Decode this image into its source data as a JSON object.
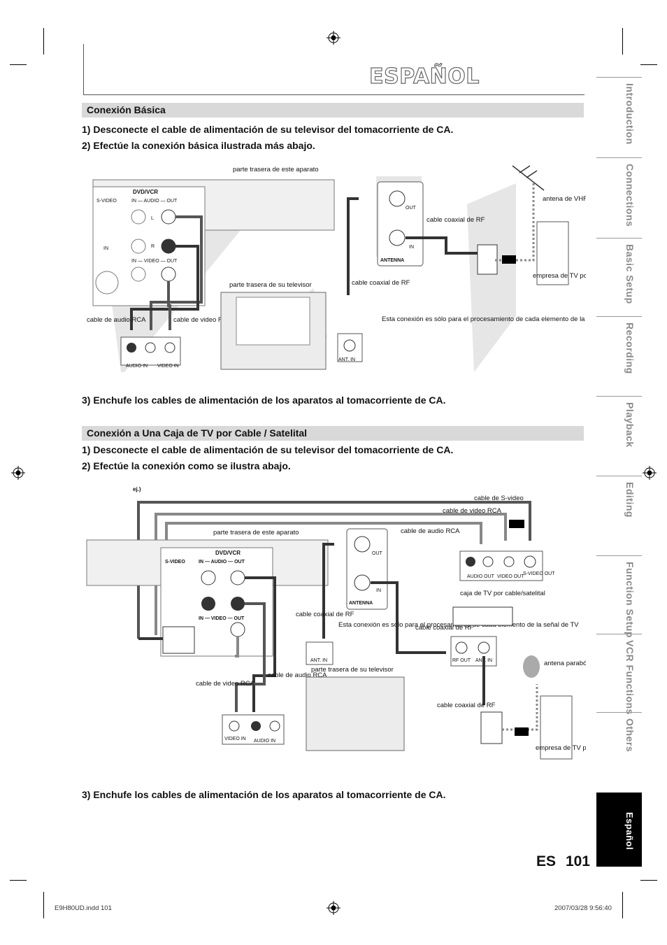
{
  "header": {
    "title": "ESPAÑOL"
  },
  "section1": {
    "heading": "Conexión Básica",
    "step1": "1) Desconecte el cable de alimentación de su televisor del tomacorriente de CA.",
    "step2": "2) Efectúe la conexión básica ilustrada más abajo.",
    "step3": "3) Enchufe los cables de alimentación de los aparatos al tomacorriente de CA.",
    "diagram": {
      "rear_unit": "parte trasera de este aparato",
      "rear_tv": "parte trasera de su televisor",
      "dvd_vcr": "DVD/VCR",
      "s_video": "S-VIDEO",
      "in_audio_out": "IN — AUDIO — OUT",
      "in_video_out": "IN — VIDEO — OUT",
      "in": "IN",
      "l": "L",
      "r": "R",
      "out": "OUT",
      "antenna": "ANTENNA",
      "cable_audio": "cable de audio RCA",
      "cable_video": "cable de video RCA",
      "cable_coax_1": "cable coaxial de RF",
      "cable_coax_2": "cable coaxial de RF",
      "antenna_label": "antena de VHF / UHF",
      "cable_company": "empresa de TV por cable",
      "note": "Esta conexión es sólo para el procesamiento de cada elemento de la señal de TV",
      "audio_in": "AUDIO IN",
      "video_in": "VIDEO IN",
      "ant_in": "ANT. IN"
    }
  },
  "section2": {
    "heading": "Conexión a Una Caja de TV por Cable / Satelital",
    "step1": "1) Desconecte el cable de alimentación de su televisor del tomacorriente de CA.",
    "step2": "2)  Efectúe la conexión como se ilustra abajo.",
    "step3": "3) Enchufe los cables de alimentación de los aparatos al tomacorriente de CA.",
    "diagram": {
      "example": "ej.)",
      "cable_svideo": "cable de S-video",
      "cable_video_top": "cable de video RCA",
      "cable_audio_top": "cable de audio RCA",
      "rear_unit": "parte trasera de este aparato",
      "rear_tv": "parte trasera de su televisor",
      "dvd_vcr": "DVD/VCR",
      "s_video": "S-VIDEO",
      "in_audio_out": "IN — AUDIO — OUT",
      "in_video_out": "IN — VIDEO — OUT",
      "out": "OUT",
      "in": "IN",
      "antenna": "ANTENNA",
      "cable_coax_a": "cable coaxial de RF",
      "cable_coax_b": "cable coaxial de RF",
      "cable_coax_c": "cable coaxial de RF",
      "note": "Esta conexión es sólo para el procesamiento de cada elemento de la señal de TV",
      "box_label": "caja de TV por cable/satelital",
      "dish": "antena parabólica satelital",
      "cable_company": "empresa de TV por cable",
      "cable_video_bottom": "cable de video RCA",
      "cable_audio_bottom": "cable de audio RCA",
      "audio_out": "AUDIO OUT",
      "video_out": "VIDEO OUT",
      "svideo_out": "S-VIDEO OUT",
      "rf_out": "RF OUT",
      "ant_in": "ANT. IN",
      "video_in": "VIDEO IN",
      "audio_in": "AUDIO IN"
    }
  },
  "sidebar": {
    "tabs": [
      "Introduction",
      "Connections",
      "Basic Setup",
      "Recording",
      "Playback",
      "Editing",
      "Function Setup",
      "VCR Functions",
      "Others",
      "Español"
    ],
    "active": "Español"
  },
  "page": {
    "lang": "ES",
    "number": "101"
  },
  "footer": {
    "file": "E9H80UD.indd   101",
    "date": "2007/03/28   9:56:40"
  }
}
